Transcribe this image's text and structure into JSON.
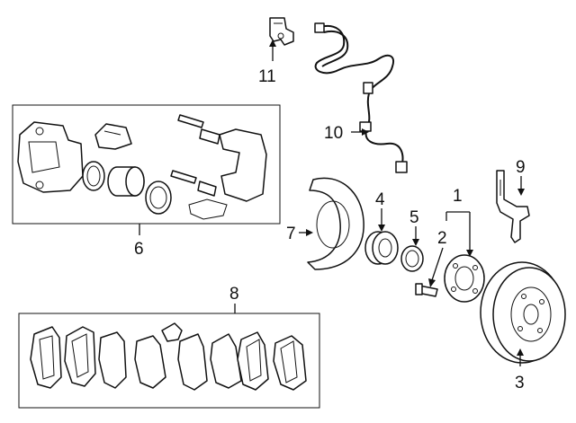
{
  "callouts": [
    "1",
    "2",
    "3",
    "4",
    "5",
    "6",
    "7",
    "8",
    "9",
    "10",
    "11"
  ],
  "colors": {
    "line": "#111111",
    "background": "#ffffff"
  }
}
